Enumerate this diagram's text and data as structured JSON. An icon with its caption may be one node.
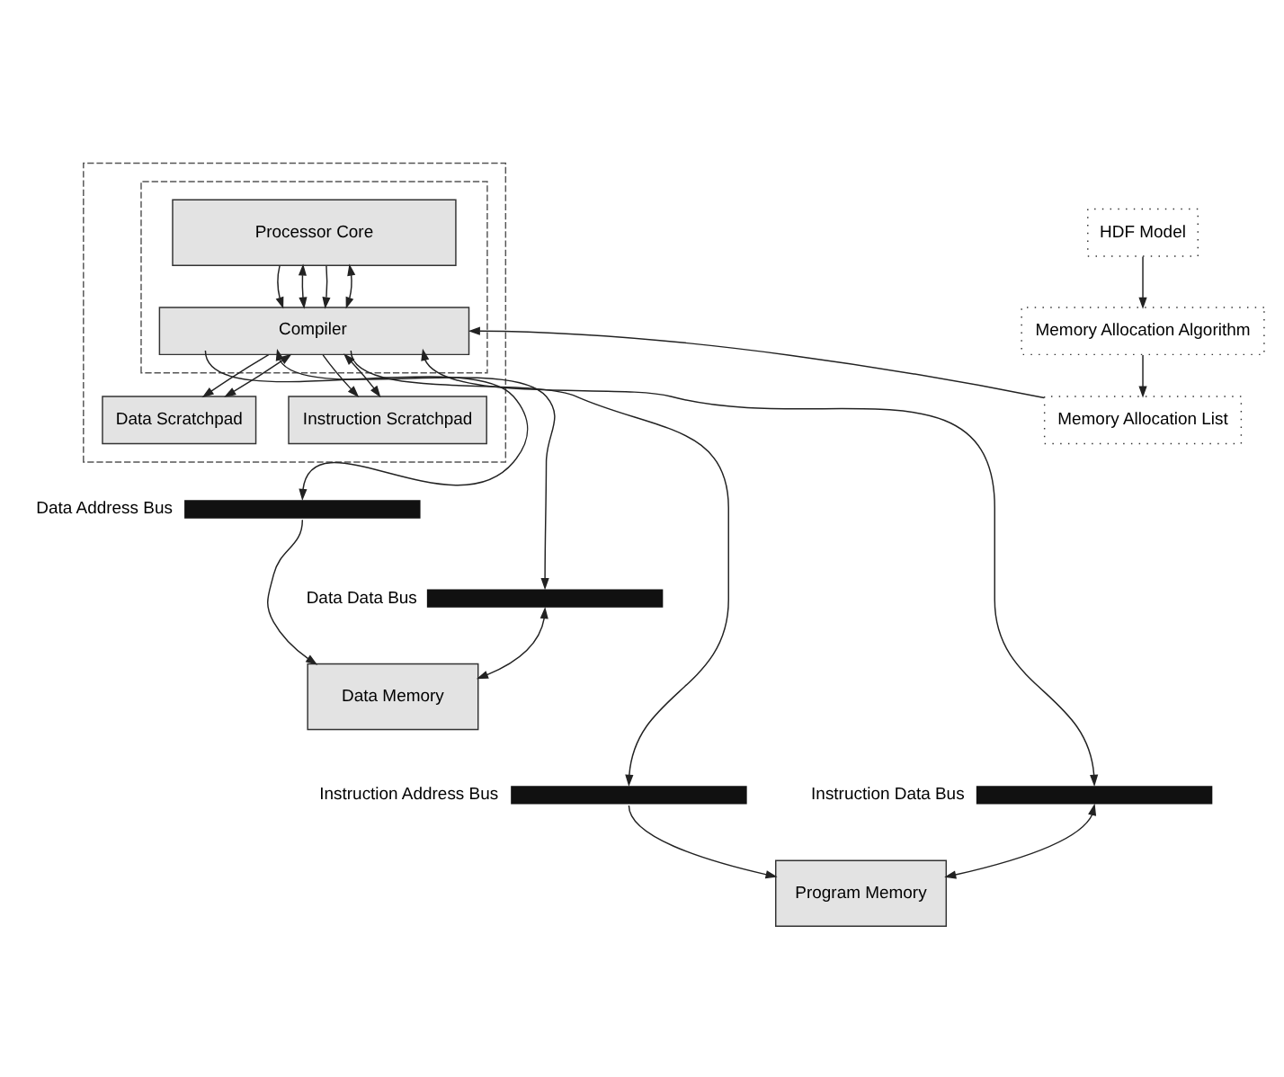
{
  "diagram": {
    "nodes": [
      {
        "text": [],
        "shape": "box"
      },
      {
        "text": [],
        "shape": "box",
        "in": 0
      },
      {
        "text": [
          "Processor Core"
        ],
        "in": 1
      },
      {
        "text": [
          "Compiler"
        ],
        "in": 1
      },
      {
        "text": [
          "Data Scratchpad"
        ],
        "in": 0
      },
      {
        "text": [
          "Instruction Scratchpad"
        ],
        "in": 0
      },
      {
        "text": [
          "HDF Model"
        ]
      },
      {
        "text": [
          "Memory Allocation Algorithm"
        ]
      },
      {
        "text": [
          "Memory Allocation List"
        ]
      },
      {
        "text": [],
        "shape": "bar",
        "beside": [
          "Data Address Bus"
        ]
      },
      {
        "text": [],
        "shape": "bar",
        "beside": [
          "Data Data Bus"
        ]
      },
      {
        "text": [],
        "shape": "bar",
        "beside": [
          "Instruction Address Bus"
        ]
      },
      {
        "text": [],
        "shape": "bar",
        "beside": [
          "Instruction Data Bus"
        ]
      },
      {
        "text": [
          "Data Memory"
        ]
      },
      {
        "text": [
          "Program Memory"
        ]
      }
    ],
    "edges": [
      {
        "from": 2,
        "to": 3,
        "arrow": "to"
      },
      {
        "from": 2,
        "to": 3,
        "arrow": "both"
      },
      {
        "from": 2,
        "to": 3,
        "arrow": "to"
      },
      {
        "from": 2,
        "to": 3,
        "arrow": "both"
      },
      {
        "from": 3,
        "to": 4,
        "arrow": "to"
      },
      {
        "from": 3,
        "to": 4,
        "arrow": "both"
      },
      {
        "from": 3,
        "to": 5,
        "arrow": "to"
      },
      {
        "from": 3,
        "to": 5,
        "arrow": "both"
      },
      {
        "from": 6,
        "to": 7,
        "arrow": "to"
      },
      {
        "from": 7,
        "to": 8,
        "arrow": "to"
      },
      {
        "from": 8,
        "to": 3,
        "arrow": "to"
      },
      {
        "from": 3,
        "to": 9,
        "arrow": "to"
      },
      {
        "from": 3,
        "to": 10,
        "arrow": "both"
      },
      {
        "from": 3,
        "to": 11,
        "arrow": "to"
      },
      {
        "from": 3,
        "to": 12,
        "arrow": "both"
      },
      {
        "from": 9,
        "to": 13,
        "arrow": "to"
      },
      {
        "from": 10,
        "to": 13,
        "arrow": "both"
      },
      {
        "from": 11,
        "to": 14,
        "arrow": "to"
      },
      {
        "from": 12,
        "to": 14,
        "arrow": "both"
      }
    ]
  }
}
